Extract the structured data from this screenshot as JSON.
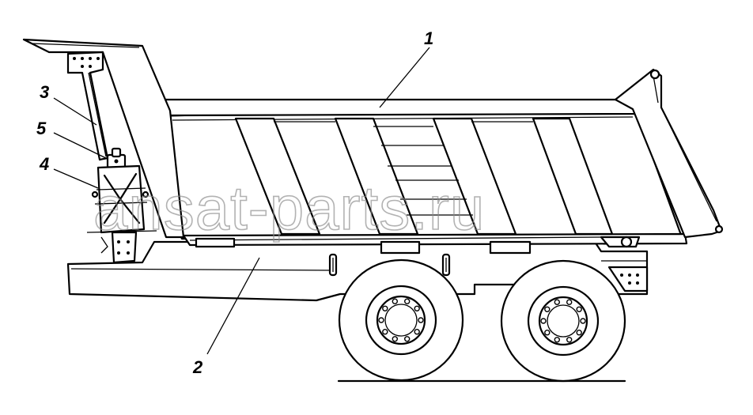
{
  "callouts": {
    "c1": "1",
    "c2": "2",
    "c3": "3",
    "c4": "4",
    "c5": "5"
  },
  "watermark": "ansat-parts.ru"
}
